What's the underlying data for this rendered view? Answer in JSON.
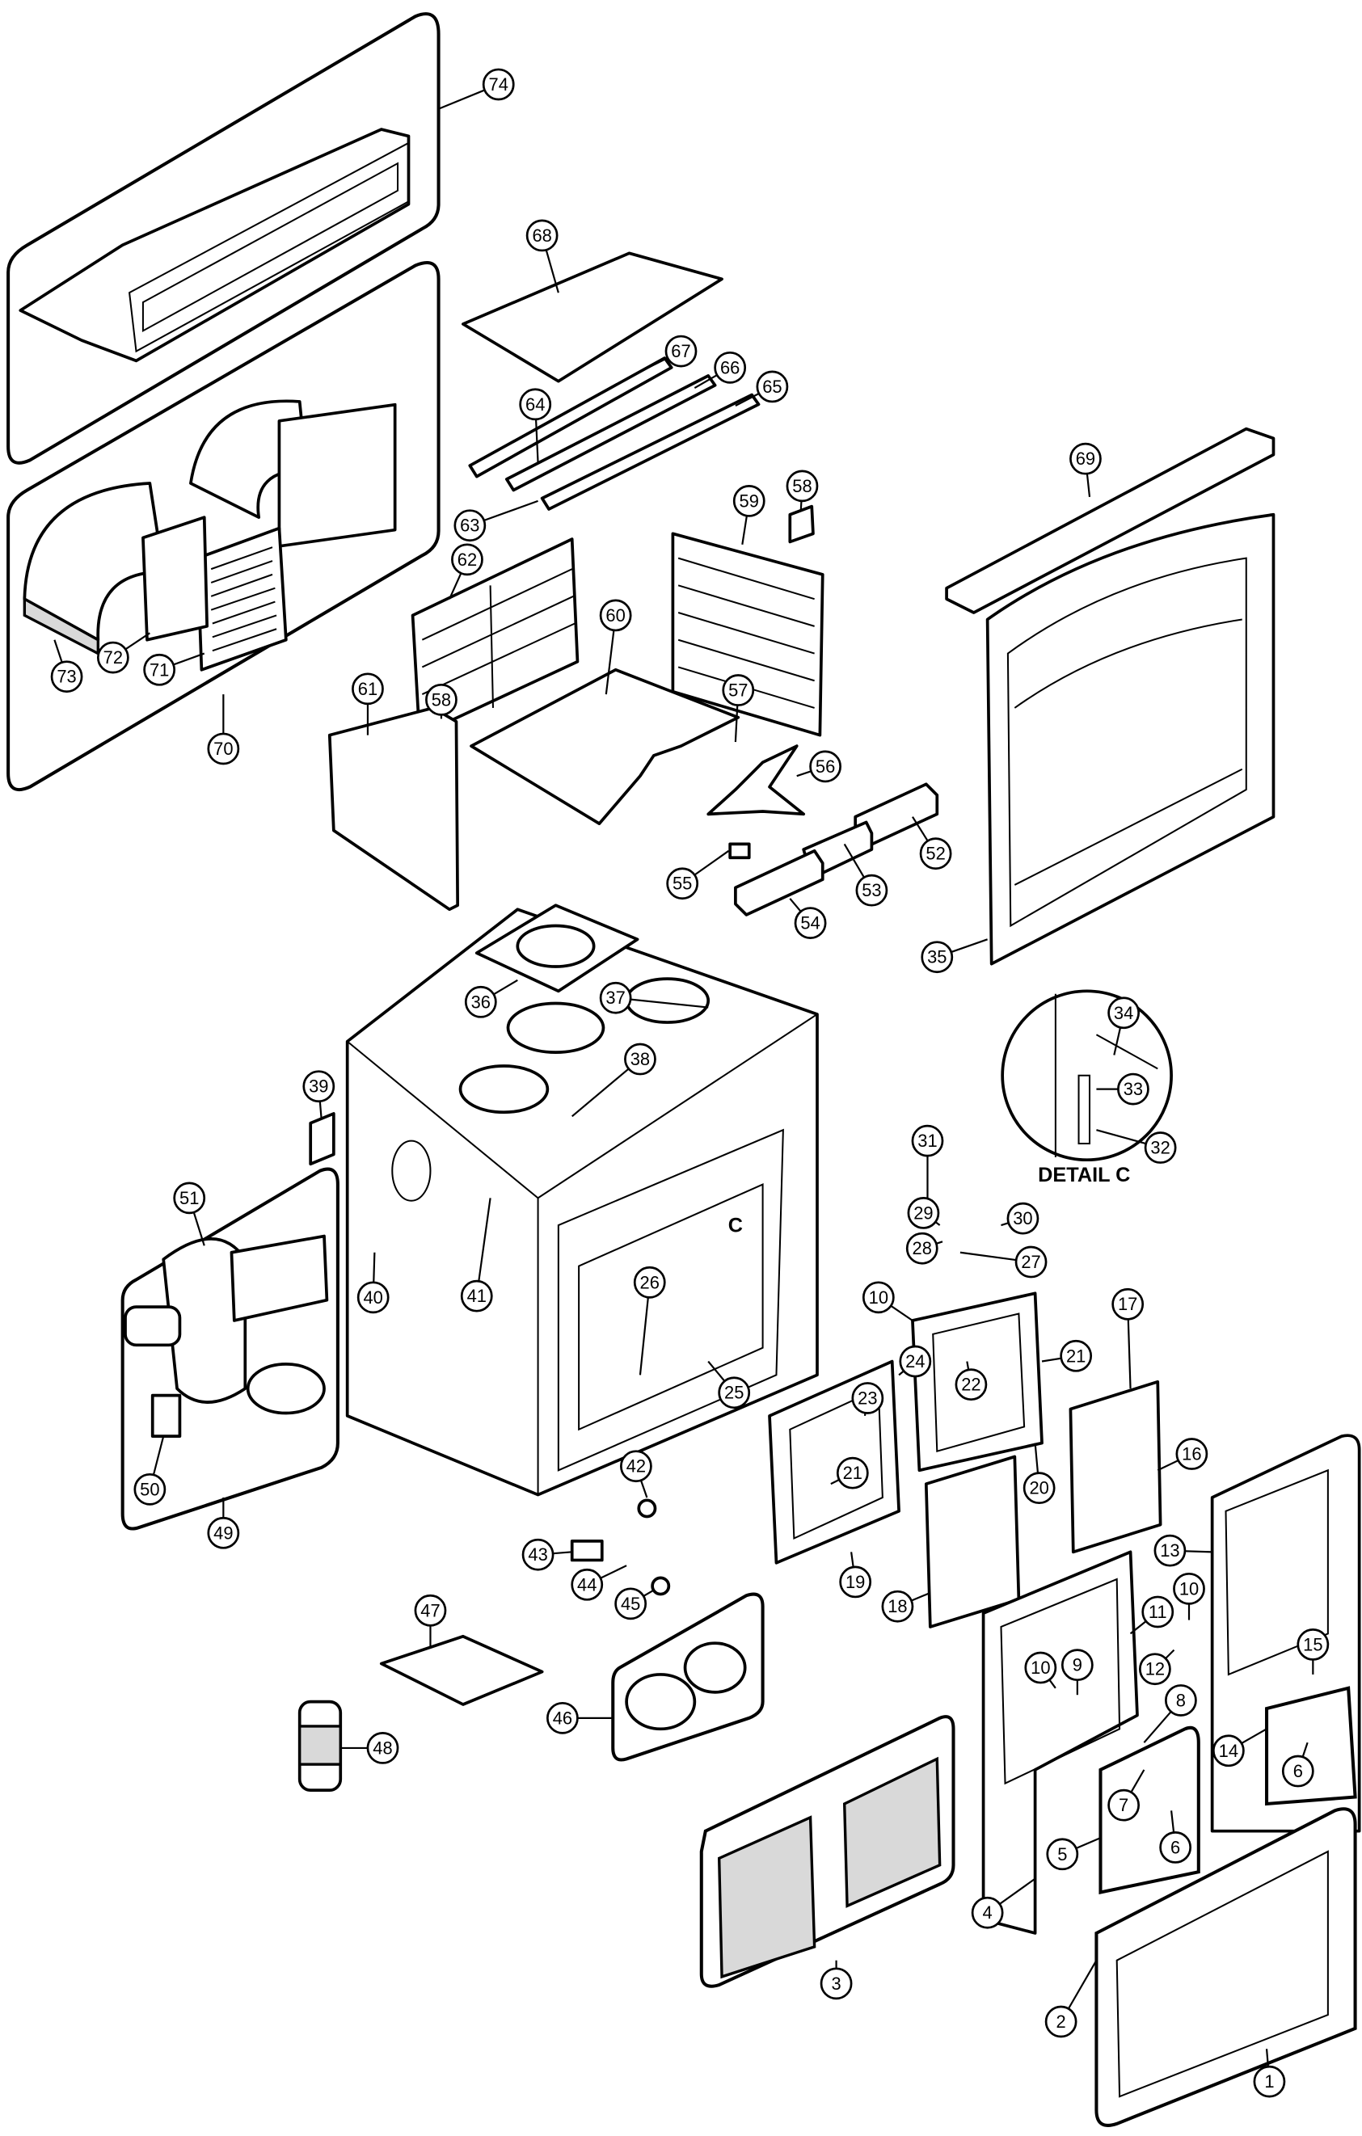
{
  "diagram": {
    "type": "exploded-parts-diagram",
    "detail_caption": "DETAIL C",
    "section_marker": "C",
    "callouts": [
      "74",
      "68",
      "67",
      "66",
      "65",
      "64",
      "63",
      "58",
      "59",
      "62",
      "60",
      "57",
      "56",
      "58",
      "61",
      "52",
      "53",
      "54",
      "55",
      "69",
      "35",
      "73",
      "72",
      "71",
      "70",
      "36",
      "37",
      "38",
      "39",
      "34",
      "33",
      "32",
      "31",
      "30",
      "29",
      "28",
      "27",
      "51",
      "40",
      "41",
      "26",
      "10",
      "24",
      "22",
      "21",
      "17",
      "25",
      "23",
      "21",
      "16",
      "20",
      "50",
      "49",
      "42",
      "43",
      "44",
      "45",
      "19",
      "18",
      "13",
      "10",
      "11",
      "12",
      "10",
      "9",
      "15",
      "8",
      "47",
      "46",
      "48",
      "14",
      "6",
      "7",
      "6",
      "5",
      "4",
      "3",
      "2",
      "1"
    ]
  }
}
